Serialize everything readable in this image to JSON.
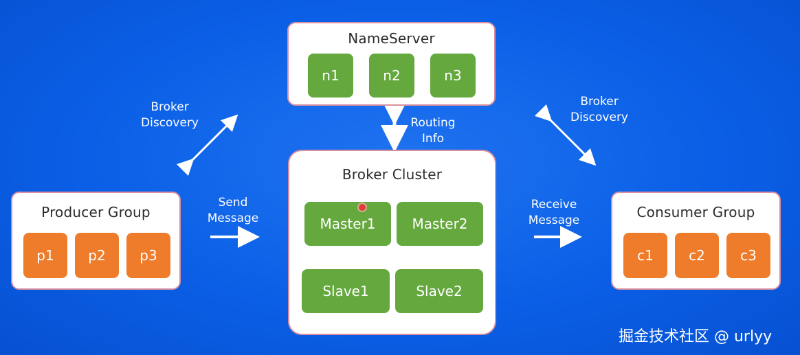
{
  "nameserver": {
    "title": "NameServer",
    "nodes": [
      "n1",
      "n2",
      "n3"
    ]
  },
  "broker_cluster": {
    "title": "Broker Cluster",
    "masters": [
      "Master1",
      "Master2"
    ],
    "slaves": [
      "Slave1",
      "Slave2"
    ]
  },
  "producer_group": {
    "title": "Producer Group",
    "nodes": [
      "p1",
      "p2",
      "p3"
    ]
  },
  "consumer_group": {
    "title": "Consumer Group",
    "nodes": [
      "c1",
      "c2",
      "c3"
    ]
  },
  "labels": {
    "broker_discovery_left": [
      "Broker",
      "Discovery"
    ],
    "broker_discovery_right": [
      "Broker",
      "Discovery"
    ],
    "routing_info": [
      "Routing",
      "Info"
    ],
    "send_message": [
      "Send",
      "Message"
    ],
    "receive_message": [
      "Receive",
      "Message"
    ]
  },
  "watermark": "掘金技术社区 @ urlyy",
  "colors": {
    "background": "#0b5fe6",
    "green_node": "#64a83e",
    "orange_node": "#ef7c2b",
    "panel_border": "#d98fa0"
  }
}
